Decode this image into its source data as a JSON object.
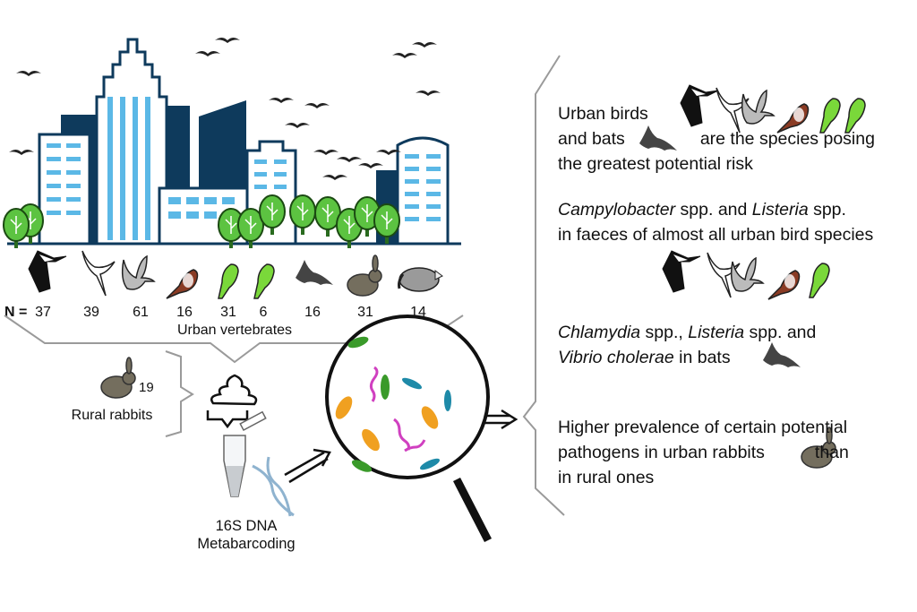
{
  "colors": {
    "building_dark": "#0e3a5c",
    "building_light": "#5bb8e6",
    "tree_green": "#5cc341",
    "bracket_gray": "#9a9a9a",
    "parakeet_green": "#7ad83a",
    "bat_gray": "#444444",
    "rabbit_brown": "#746e5e",
    "raccoon_gray": "#9a9a9a"
  },
  "urban": {
    "n_label": "N =",
    "animals": [
      {
        "icon": "stork-icon",
        "n": "37"
      },
      {
        "icon": "gull-icon",
        "n": "39"
      },
      {
        "icon": "pigeon-icon",
        "n": "61"
      },
      {
        "icon": "sparrow-icon",
        "n": "16"
      },
      {
        "icon": "monk-parakeet-icon",
        "n": "31"
      },
      {
        "icon": "rose-ringed-parakeet-icon",
        "n": "6"
      },
      {
        "icon": "bat-icon",
        "n": "16"
      },
      {
        "icon": "rabbit-icon",
        "n": "31"
      },
      {
        "icon": "raccoon-icon",
        "n": "14"
      }
    ],
    "label": "Urban vertebrates"
  },
  "rural": {
    "n": "19",
    "label": "Rural rabbits"
  },
  "method": {
    "line1": "16S DNA",
    "line2": "Metabarcoding"
  },
  "findings": {
    "f1": {
      "l1": "Urban birds",
      "l2a": "and bats",
      "l2b": "are the species posing",
      "l3": "the greatest potential risk"
    },
    "f2": {
      "i1": "Campylobacter",
      "t1": " spp. and ",
      "i2": "Listeria",
      "t2": " spp.",
      "l2": "in faeces of almost all urban bird species"
    },
    "f3": {
      "i1": "Chlamydia",
      "t1": " spp., ",
      "i2": "Listeria",
      "t2": " spp. and",
      "i3": "Vibrio cholerae",
      "t3": " in bats"
    },
    "f4": {
      "l1": "Higher prevalence of certain potential",
      "l2a": "pathogens in urban rabbits",
      "l2b": "than",
      "l3": "in rural ones"
    }
  }
}
